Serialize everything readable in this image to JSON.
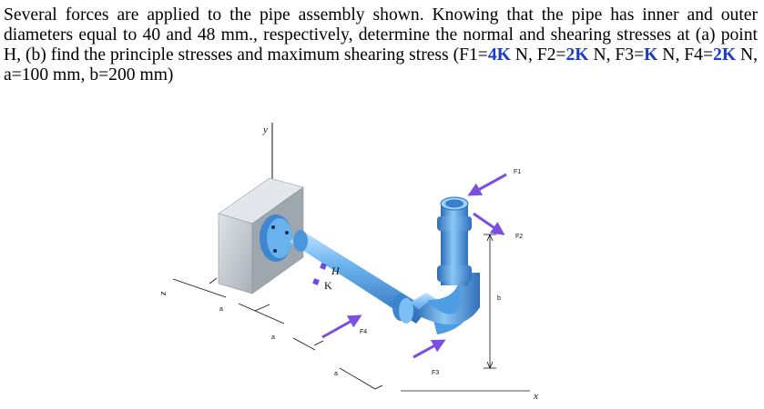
{
  "problem": {
    "s1": "Several forces are applied to the pipe assembly shown. Knowing that the pipe has inner and outer diameters equal to 40 and 48 mm., respectively, determine the normal and shearing stresses at (a) point H, (b) find the principle stresses and maximum shearing stress (F1=",
    "k1": "4K",
    "s2": " N, F2=",
    "k2": "2K",
    "s3": " N, F3=",
    "k3": "K",
    "s4": " N, F4=",
    "k4": "2K",
    "s5": " N, a=100 mm, b=200 mm)"
  },
  "figure": {
    "axis_y": "y",
    "axis_x": "x",
    "axis_z": "z",
    "point_h": "H",
    "point_k": "K",
    "f1": "F1",
    "f2": "F2",
    "f3": "F3",
    "f4": "F4",
    "dim_a": "a",
    "dim_b": "b",
    "colors": {
      "pipe": "#5aa8e8",
      "pipe_dark": "#2f6fb8",
      "wall": "#c7ccd2",
      "force_arrow": "#7b4fe0",
      "keyword": "#1a3cc8"
    }
  }
}
